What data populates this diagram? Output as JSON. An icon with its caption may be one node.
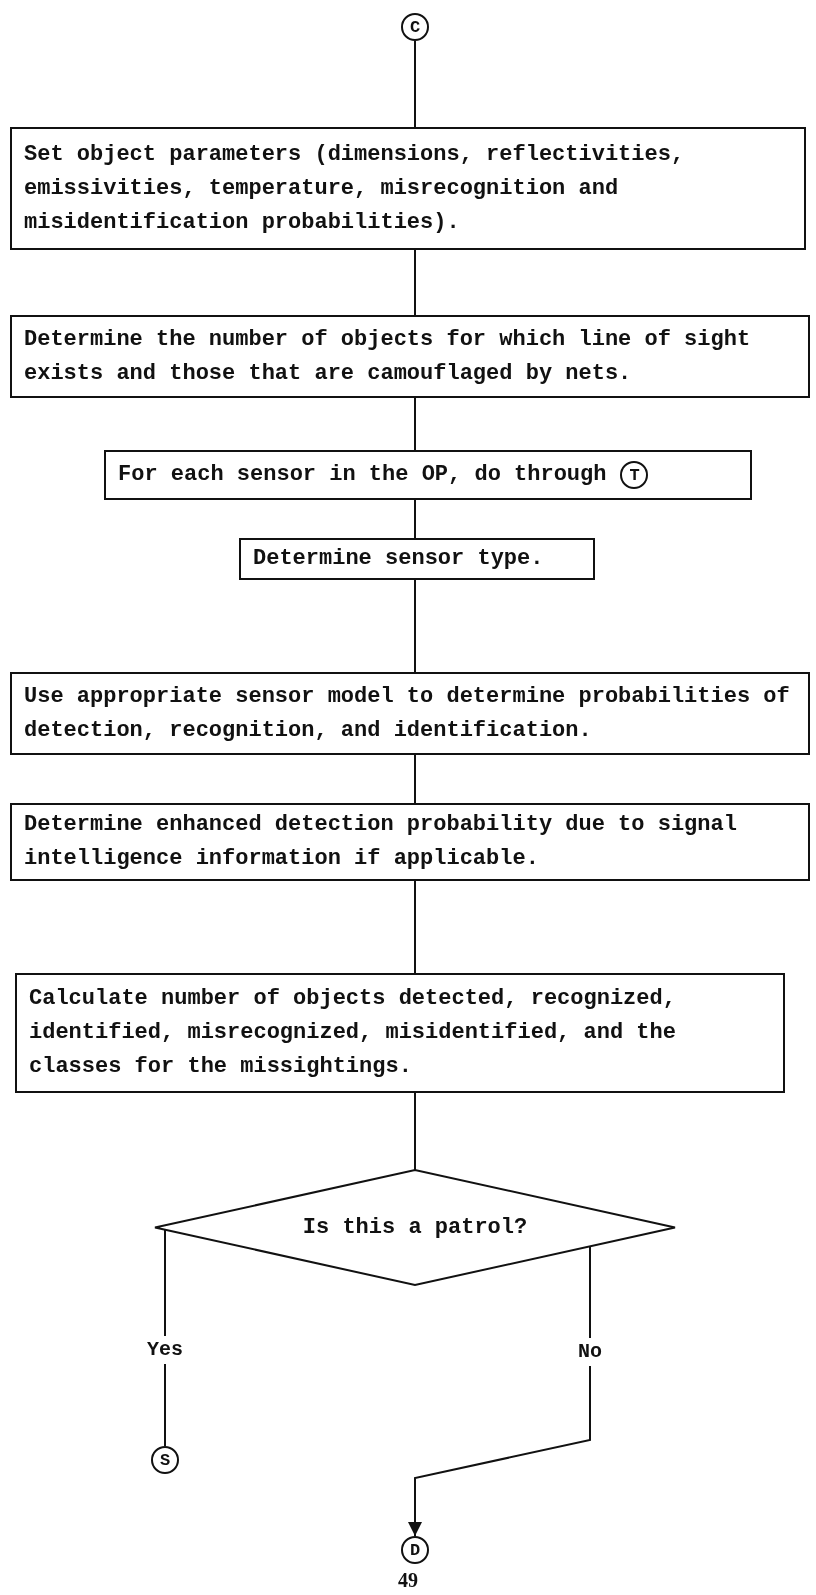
{
  "diagram": {
    "nodes": [
      {
        "text": [
          "C"
        ]
      },
      {
        "text": [
          "Set object parameters (dimensions, reflectivities, emissivities, temperature, misrecognition and misidentification probabilities)."
        ]
      },
      {
        "text": [
          "Determine the number of objects for which line of sight exists and those that are camouflaged by nets."
        ]
      },
      {
        "text": [
          "For each sensor in the OP, do through"
        ]
      },
      {
        "text": [
          "T"
        ],
        "in": 3
      },
      {
        "text": [
          "Determine sensor type."
        ]
      },
      {
        "text": [
          "Use appropriate sensor model to determine probabilities of detection, recognition, and identification."
        ]
      },
      {
        "text": [
          "Determine enhanced detection probability due to signal intelligence information if applicable."
        ]
      },
      {
        "text": [
          "Calculate number of objects detected, recognized, identified, misrecognized, misidentified, and the classes for the missightings."
        ]
      },
      {
        "text": [
          "Is this a patrol?"
        ]
      },
      {
        "text": [
          "S"
        ]
      },
      {
        "text": [
          "D"
        ]
      }
    ],
    "edges": [
      {
        "from": 0,
        "to": 1,
        "arrow": "none"
      },
      {
        "from": 1,
        "to": 2,
        "arrow": "none"
      },
      {
        "from": 2,
        "to": 3,
        "arrow": "none"
      },
      {
        "from": 3,
        "to": 5,
        "arrow": "none"
      },
      {
        "from": 5,
        "to": 6,
        "arrow": "none"
      },
      {
        "from": 6,
        "to": 7,
        "arrow": "none"
      },
      {
        "from": 7,
        "to": 8,
        "arrow": "none"
      },
      {
        "from": 8,
        "to": 9,
        "arrow": "none"
      },
      {
        "from": 9,
        "to": 10,
        "label": "Yes",
        "arrow": "none"
      },
      {
        "from": 9,
        "to": 11,
        "label": "No",
        "arrow": "to"
      }
    ],
    "labels": [
      "49"
    ]
  }
}
